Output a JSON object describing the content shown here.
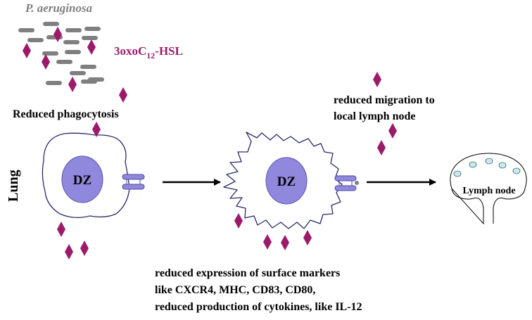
{
  "bacteria": {
    "species_label": "P. aeruginosa",
    "molecule_label_prefix": "3oxoC",
    "molecule_label_subscript": "12",
    "molecule_label_suffix": "-HSL"
  },
  "labels": {
    "reduced_phagocytosis": "Reduced phagocytosis",
    "migration_line_1": "reduced migration to",
    "migration_line_2": "local lymph node",
    "tissue": "Lung",
    "cell_nucleus_left": "DZ",
    "cell_nucleus_right": "DZ",
    "lymph_node": "Lymph node"
  },
  "caption": {
    "line_1": "reduced expression of surface markers",
    "line_2": "like CXCR4, MHC, CD83, CD80,",
    "line_3": "reduced production of cytokines, like IL-12"
  },
  "colors": {
    "molecule": "#9b1b6a",
    "bacterium": "#7f7f7f",
    "nucleus": "#8f88dd",
    "receptor": "#8f88dd",
    "cell_outline": "#2a2966",
    "lymph_follicle": "#cfe8ec",
    "text": "#000000",
    "species_text": "#808080"
  }
}
